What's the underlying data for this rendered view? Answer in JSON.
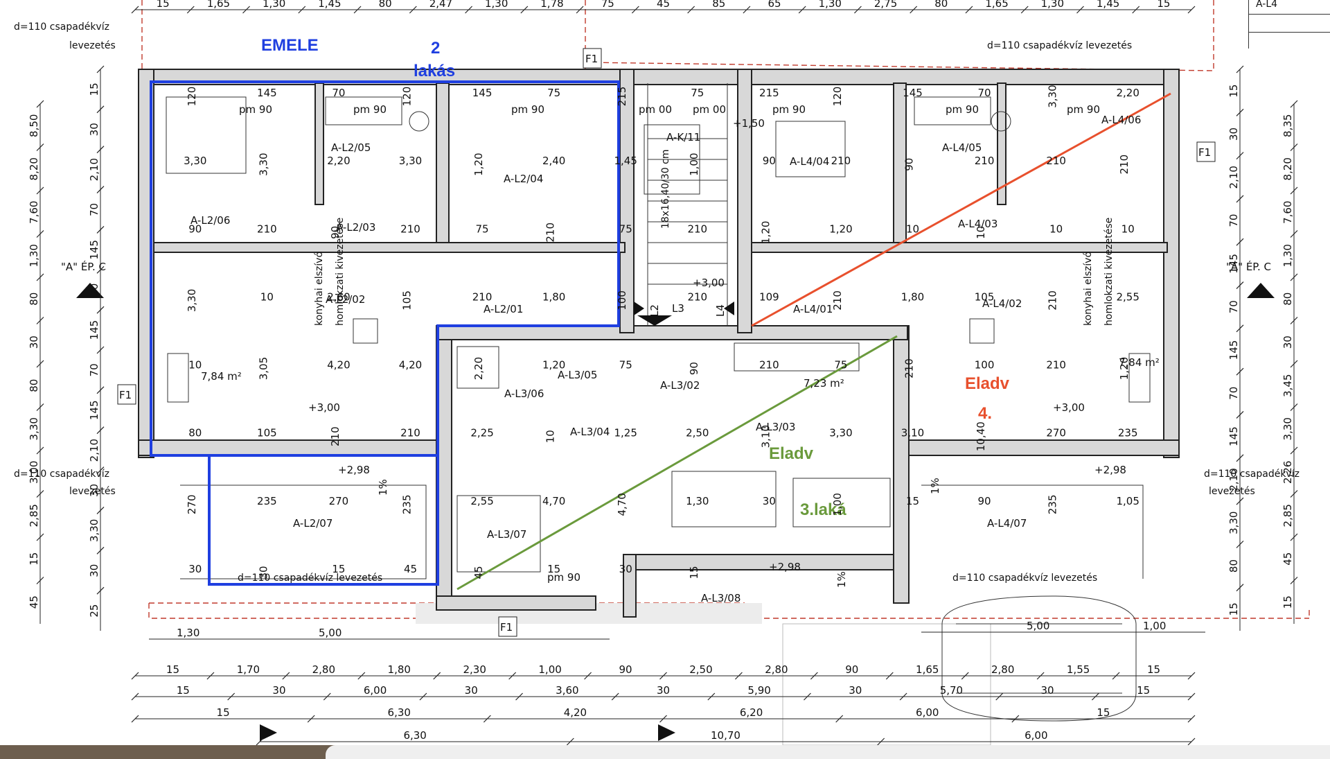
{
  "title_block": {
    "sheet": "A-L4"
  },
  "annotations": {
    "emele": "EMELE",
    "lakas2_num": "2",
    "lakas2_word": "lakás",
    "eladv_green": "Eladv",
    "lakas3": "3.laká",
    "eladv_red": "Eladv",
    "lakas4": "4."
  },
  "colors": {
    "blue": "#1f3fe0",
    "green": "#6a9a3c",
    "red": "#e8502d",
    "dashed": "#c0392b"
  },
  "rooms": {
    "l2_06": "A-L2/06",
    "l2_05": "A-L2/05",
    "l2_04": "A-L2/04",
    "l2_03": "A-L2/03",
    "l2_02": "A-L2/02",
    "l2_01": "A-L2/01",
    "l2_07": "A-L2/07",
    "k_11": "A-K/11",
    "l4_04": "A-L4/04",
    "l4_05": "A-L4/05",
    "l4_06": "A-L4/06",
    "l4_03": "A-L4/03",
    "l4_01": "A-L4/01",
    "l4_02": "A-L4/02",
    "l4_07": "A-L4/07",
    "l3_05": "A-L3/05",
    "l3_06": "A-L3/06",
    "l3_02": "A-L3/02",
    "l3_04": "A-L3/04",
    "l3_03": "A-L3/03",
    "l3_07": "A-L3/07",
    "l3_08": "A-L3/08"
  },
  "labels": {
    "ep_left": "\"A\" ÉP. C",
    "ep_right": "\"A\" ÉP. C",
    "l2": "L2",
    "l3": "L3",
    "l4": "L4",
    "f1": "F1",
    "stairs": "18x16,40/30 cm",
    "kitchen_left_1": "konyhai elszívó",
    "kitchen_left_2": "homlokzati kivezetése",
    "kitchen_right_1": "konyhai elszívó",
    "kitchen_right_2": "homlokzati kivezetése",
    "drain_tl_1": "d=110 csapadékvíz",
    "drain_tl_2": "levezetés",
    "drain_tr": "d=110 csapadékvíz levezetés",
    "drain_ml_1": "d=110 csapadékvíz",
    "drain_ml_2": "levezetés",
    "drain_mr_1": "d=110 csapadékvíz",
    "drain_mr_2": "levezetés",
    "drain_bl": "d=110 csapadékvíz levezetés",
    "drain_br": "d=110 csapadékvíz levezetés",
    "area_l2": "7,84 m²",
    "area_l3": "7,23 m²",
    "area_l4": "7,84 m²",
    "lvl_300_a": "+3,00",
    "lvl_300_b": "+3,00",
    "lvl_300_c": "+3,00",
    "lvl_298_a": "+2,98",
    "lvl_298_b": "+2,98",
    "lvl_298_c": "+2,98",
    "lvl_150": "+1,50",
    "pct_a": "1%",
    "pct_b": "1%",
    "pct_c": "1%",
    "pm90_1": "pm 90",
    "pm90_2": "pm 90",
    "pm90_3": "pm 90",
    "pm00_1": "pm 00",
    "pm00_2": "pm 00",
    "pm90_4": "pm 90",
    "pm90_5": "pm 90",
    "pm90_6": "pm 90",
    "pm90_7": "pm 90"
  },
  "dims": {
    "top": [
      "15",
      "1,65",
      "1,30",
      "1,45",
      "80",
      "2,47",
      "1,30",
      "1,78",
      "75",
      "45",
      "85",
      "65",
      "1,30",
      "2,75",
      "80",
      "1,65",
      "1,30",
      "1,45",
      "15"
    ],
    "left_a": [
      "15",
      "30",
      "2,10",
      "70",
      "145",
      "70",
      "145",
      "70",
      "145",
      "2,10",
      "30",
      "3,30",
      "30",
      "25"
    ],
    "left_b": [
      "8,50",
      "8,20",
      "7,60",
      "1,30",
      "80",
      "30",
      "80",
      "3,30",
      "3,00",
      "2,85",
      "15",
      "45"
    ],
    "right_a": [
      "15",
      "30",
      "2,10",
      "70",
      "145",
      "70",
      "145",
      "70",
      "145",
      "2,10",
      "3,30",
      "80",
      "15"
    ],
    "right_b": [
      "8,35",
      "8,20",
      "7,60",
      "1,30",
      "80",
      "30",
      "3,45",
      "3,30",
      "2,26",
      "2,85",
      "45",
      "15"
    ],
    "row1": [
      "15",
      "1,70",
      "2,80",
      "1,80",
      "2,30",
      "1,00",
      "90",
      "2,50",
      "2,80",
      "90",
      "1,65",
      "2,80",
      "1,55",
      "15"
    ],
    "row2": [
      "15",
      "30",
      "6,00",
      "30",
      "3,60",
      "30",
      "5,90",
      "30",
      "5,70",
      "30",
      "15"
    ],
    "row3": [
      "15",
      "6,30",
      "4,20",
      "6,20",
      "6,00",
      "15"
    ],
    "row4": [
      "6,30",
      "10,70",
      "6,00"
    ],
    "bottom_misc": [
      "1,30",
      "5,00",
      "5,00",
      "1,00"
    ],
    "interior": [
      "120",
      "145",
      "70",
      "120",
      "145",
      "75",
      "215",
      "75",
      "215",
      "120",
      "145",
      "70",
      "3,30",
      "2,20",
      "3,30",
      "3,30",
      "2,20",
      "3,30",
      "1,20",
      "2,40",
      "1,45",
      "1,00",
      "90",
      "210",
      "90",
      "210",
      "210",
      "210",
      "90",
      "210",
      "90",
      "210",
      "75",
      "210",
      "75",
      "210",
      "1,20",
      "1,20",
      "10",
      "10",
      "10",
      "10",
      "3,30",
      "10",
      "2,60",
      "105",
      "210",
      "1,80",
      "100",
      "210",
      "109",
      "210",
      "1,80",
      "105",
      "210",
      "2,55",
      "10",
      "3,05",
      "4,20",
      "4,20",
      "2,20",
      "1,20",
      "75",
      "90",
      "210",
      "75",
      "210",
      "100",
      "210",
      "1,20",
      "80",
      "105",
      "210",
      "210",
      "2,25",
      "10",
      "1,25",
      "2,50",
      "3,10",
      "3,30",
      "3,10",
      "10,40",
      "270",
      "235",
      "270",
      "235",
      "270",
      "235",
      "2,55",
      "4,70",
      "4,70",
      "1,30",
      "30",
      "1,00",
      "15",
      "90",
      "235",
      "1,05",
      "30",
      "30",
      "15",
      "45",
      "45",
      "15",
      "30",
      "15"
    ]
  }
}
